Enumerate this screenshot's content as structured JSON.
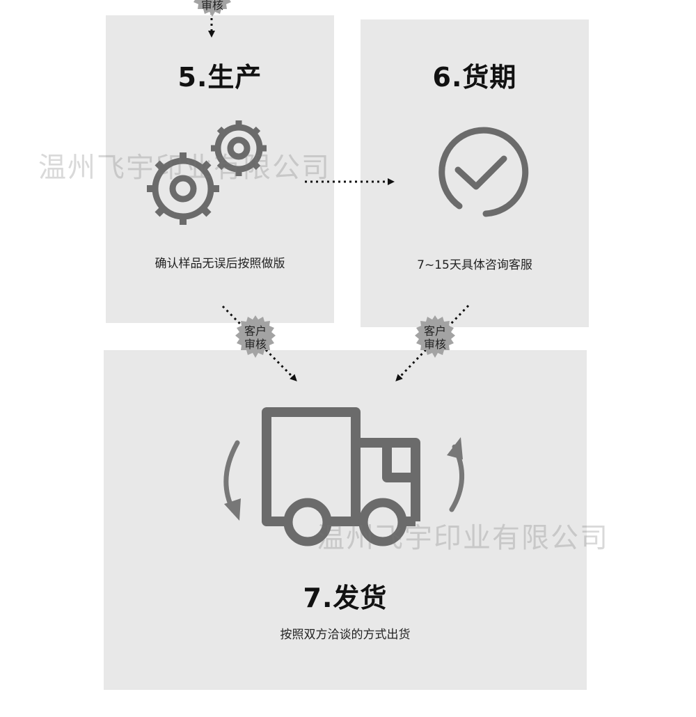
{
  "steps": {
    "production": {
      "title": "5.生产",
      "caption": "确认样品无误后按照做版"
    },
    "lead_time": {
      "title": "6.货期",
      "caption": "7~15天具体咨询客服"
    },
    "shipping": {
      "title": "7.发货",
      "caption": "按照双方洽谈的方式出货"
    }
  },
  "badges": {
    "top_partial": {
      "line2": "审核"
    },
    "left": {
      "line1": "客户",
      "line2": "审核"
    },
    "right": {
      "line1": "客户",
      "line2": "审核"
    }
  },
  "watermark": {
    "text": "温州飞宇印业有限公司"
  },
  "icons": {
    "production": "gears-icon",
    "lead_time": "check-circle-icon",
    "shipping": "truck-icon",
    "cycle": "circular-arrows-icon"
  },
  "colors": {
    "panel": "#e8e8e8",
    "icon": "#6b6b6b",
    "badge": "#a3a3a3",
    "text": "#111111"
  }
}
